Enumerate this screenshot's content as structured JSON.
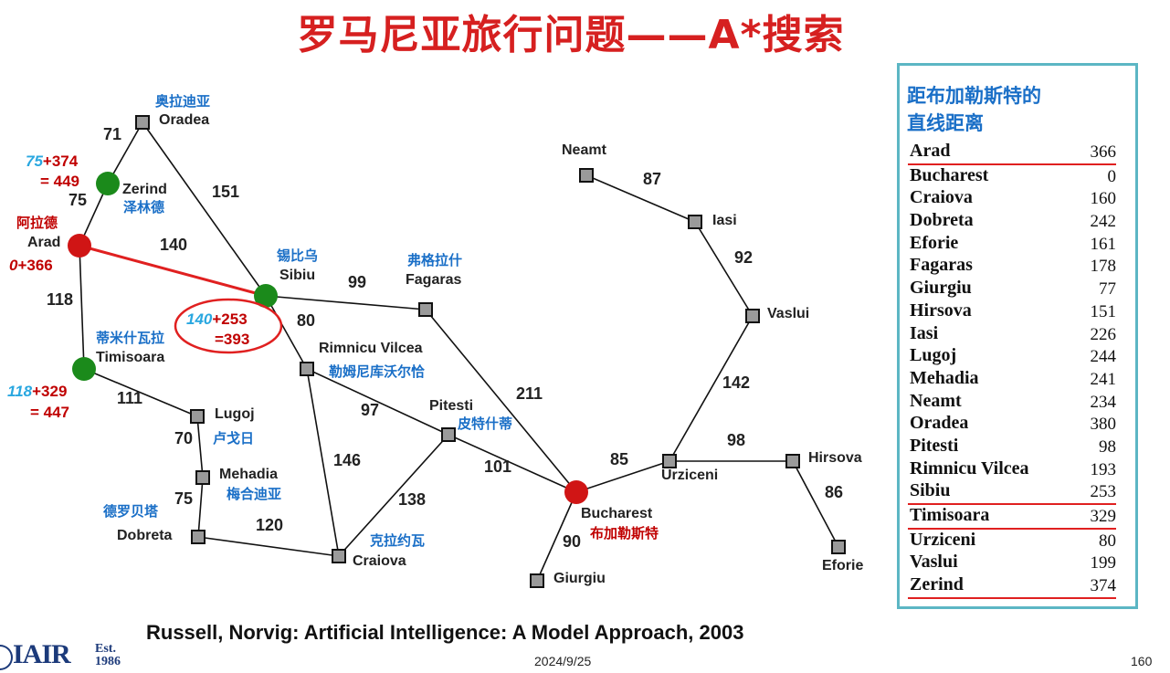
{
  "slide": {
    "title": "罗马尼亚旅行问题——A*搜索",
    "citation": "Russell, Norvig: Artificial Intelligence: A Model Approach, 2003",
    "date": "2024/9/25",
    "page_number": "160"
  },
  "logo": {
    "text": "IAIR",
    "est": "Est.",
    "year": "1986"
  },
  "colors": {
    "title": "#d62020",
    "chinese_label": "#1a6fc7",
    "highlight": "#c00000",
    "path": "#e02020",
    "visited_node": "#1b8a1b",
    "current_node": "#d01515",
    "panel_border": "#5cb6c4"
  },
  "cities": [
    {
      "id": "oradea",
      "en": "Oradea",
      "zh": "奥拉迪亚",
      "state": "square"
    },
    {
      "id": "zerind",
      "en": "Zerind",
      "zh": "泽林德",
      "state": "visited"
    },
    {
      "id": "arad",
      "en": "Arad",
      "zh": "阿拉德",
      "state": "current"
    },
    {
      "id": "timisoara",
      "en": "Timisoara",
      "zh": "蒂米什瓦拉",
      "state": "visited"
    },
    {
      "id": "lugoj",
      "en": "Lugoj",
      "zh": "卢戈日",
      "state": "square"
    },
    {
      "id": "mehadia",
      "en": "Mehadia",
      "zh": "梅合迪亚",
      "state": "square"
    },
    {
      "id": "dobreta",
      "en": "Dobreta",
      "zh": "德罗贝塔",
      "state": "square"
    },
    {
      "id": "craiova",
      "en": "Craiova",
      "zh": "克拉约瓦",
      "state": "square"
    },
    {
      "id": "sibiu",
      "en": "Sibiu",
      "zh": "锡比乌",
      "state": "visited"
    },
    {
      "id": "rimnicu",
      "en": "Rimnicu Vilcea",
      "zh": "勒姆尼库沃尔恰",
      "state": "square"
    },
    {
      "id": "fagaras",
      "en": "Fagaras",
      "zh": "弗格拉什",
      "state": "square"
    },
    {
      "id": "pitesti",
      "en": "Pitesti",
      "zh": "皮特什蒂",
      "state": "square"
    },
    {
      "id": "bucharest",
      "en": "Bucharest",
      "zh": "布加勒斯特",
      "state": "current"
    },
    {
      "id": "giurgiu",
      "en": "Giurgiu",
      "zh": "",
      "state": "square"
    },
    {
      "id": "urziceni",
      "en": "Urziceni",
      "zh": "",
      "state": "square"
    },
    {
      "id": "hirsova",
      "en": "Hirsova",
      "zh": "",
      "state": "square"
    },
    {
      "id": "eforie",
      "en": "Eforie",
      "zh": "",
      "state": "square"
    },
    {
      "id": "vaslui",
      "en": "Vaslui",
      "zh": "",
      "state": "square"
    },
    {
      "id": "iasi",
      "en": "Iasi",
      "zh": "",
      "state": "square"
    },
    {
      "id": "neamt",
      "en": "Neamt",
      "zh": "",
      "state": "square"
    }
  ],
  "roads": [
    {
      "from": "oradea",
      "to": "zerind",
      "km": "71"
    },
    {
      "from": "zerind",
      "to": "arad",
      "km": "75"
    },
    {
      "from": "oradea",
      "to": "sibiu",
      "km": "151"
    },
    {
      "from": "arad",
      "to": "sibiu",
      "km": "140",
      "highlighted": true
    },
    {
      "from": "arad",
      "to": "timisoara",
      "km": "118"
    },
    {
      "from": "timisoara",
      "to": "lugoj",
      "km": "111"
    },
    {
      "from": "lugoj",
      "to": "mehadia",
      "km": "70"
    },
    {
      "from": "mehadia",
      "to": "dobreta",
      "km": "75"
    },
    {
      "from": "dobreta",
      "to": "craiova",
      "km": "120"
    },
    {
      "from": "sibiu",
      "to": "fagaras",
      "km": "99"
    },
    {
      "from": "sibiu",
      "to": "rimnicu",
      "km": "80"
    },
    {
      "from": "rimnicu",
      "to": "pitesti",
      "km": "97"
    },
    {
      "from": "rimnicu",
      "to": "craiova",
      "km": "146"
    },
    {
      "from": "craiova",
      "to": "pitesti",
      "km": "138"
    },
    {
      "from": "fagaras",
      "to": "bucharest",
      "km": "211"
    },
    {
      "from": "pitesti",
      "to": "bucharest",
      "km": "101"
    },
    {
      "from": "bucharest",
      "to": "giurgiu",
      "km": "90"
    },
    {
      "from": "bucharest",
      "to": "urziceni",
      "km": "85"
    },
    {
      "from": "urziceni",
      "to": "hirsova",
      "km": "98"
    },
    {
      "from": "hirsova",
      "to": "eforie",
      "km": "86"
    },
    {
      "from": "urziceni",
      "to": "vaslui",
      "km": "142"
    },
    {
      "from": "vaslui",
      "to": "iasi",
      "km": "92"
    },
    {
      "from": "iasi",
      "to": "neamt",
      "km": "87"
    }
  ],
  "annotations": {
    "arad": {
      "g": "0",
      "h": "+366"
    },
    "zerind": {
      "g": "75",
      "h": "+374",
      "f": "= 449"
    },
    "sibiu": {
      "g": "140",
      "h": "+253",
      "f": "=393"
    },
    "timisoara": {
      "g": "118",
      "h": "+329",
      "f": "= 447"
    }
  },
  "heuristic_table": {
    "title_line1": "距布加勒斯特的",
    "title_line2": "直线距离",
    "rows": [
      {
        "city": "Arad",
        "value": "366",
        "highlight": true
      },
      {
        "city": "Bucharest",
        "value": "0",
        "highlight": false
      },
      {
        "city": "Craiova",
        "value": "160",
        "highlight": false
      },
      {
        "city": "Dobreta",
        "value": "242",
        "highlight": false
      },
      {
        "city": "Eforie",
        "value": "161",
        "highlight": false
      },
      {
        "city": "Fagaras",
        "value": "178",
        "highlight": false
      },
      {
        "city": "Giurgiu",
        "value": "77",
        "highlight": false
      },
      {
        "city": "Hirsova",
        "value": "151",
        "highlight": false
      },
      {
        "city": "Iasi",
        "value": "226",
        "highlight": false
      },
      {
        "city": "Lugoj",
        "value": "244",
        "highlight": false
      },
      {
        "city": "Mehadia",
        "value": "241",
        "highlight": false
      },
      {
        "city": "Neamt",
        "value": "234",
        "highlight": false
      },
      {
        "city": "Oradea",
        "value": "380",
        "highlight": false
      },
      {
        "city": "Pitesti",
        "value": "98",
        "highlight": false
      },
      {
        "city": "Rimnicu Vilcea",
        "value": "193",
        "highlight": false
      },
      {
        "city": "Sibiu",
        "value": "253",
        "highlight": true
      },
      {
        "city": "Timisoara",
        "value": "329",
        "highlight": true
      },
      {
        "city": "Urziceni",
        "value": "80",
        "highlight": false
      },
      {
        "city": "Vaslui",
        "value": "199",
        "highlight": false
      },
      {
        "city": "Zerind",
        "value": "374",
        "highlight": true
      }
    ]
  }
}
